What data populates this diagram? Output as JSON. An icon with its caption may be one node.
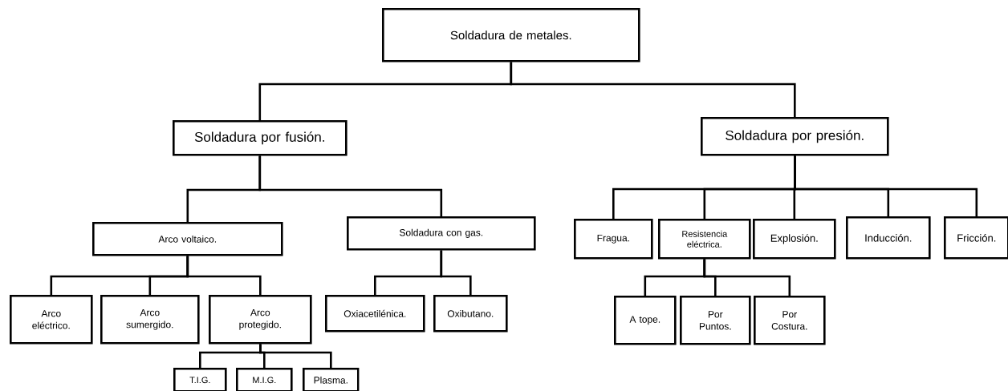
{
  "diagram": {
    "nodes": [
      {
        "text": [
          "Soldadura de metales."
        ]
      },
      {
        "text": [
          "Soldadura por fusión."
        ]
      },
      {
        "text": [
          "Soldadura por presión."
        ]
      },
      {
        "text": [
          "Arco voltaico."
        ]
      },
      {
        "text": [
          "Soldadura con gas."
        ]
      },
      {
        "text": [
          "Arco eléctrico."
        ]
      },
      {
        "text": [
          "Arco sumergido."
        ]
      },
      {
        "text": [
          "Arco protegido."
        ]
      },
      {
        "text": [
          "T.I.G."
        ]
      },
      {
        "text": [
          "M.I.G."
        ]
      },
      {
        "text": [
          "Plasma."
        ]
      },
      {
        "text": [
          "Oxiacetilénica."
        ]
      },
      {
        "text": [
          "Oxibutano."
        ]
      },
      {
        "text": [
          "Fragua."
        ]
      },
      {
        "text": [
          "Resistencia eléctrica."
        ]
      },
      {
        "text": [
          "Explosión."
        ]
      },
      {
        "text": [
          "Inducción."
        ]
      },
      {
        "text": [
          "Fricción."
        ]
      },
      {
        "text": [
          "A tope."
        ]
      },
      {
        "text": [
          "Por Puntos."
        ]
      },
      {
        "text": [
          "Por Costura."
        ]
      }
    ],
    "edges": [
      {
        "from": 0,
        "to": 1,
        "arrow": "none"
      },
      {
        "from": 0,
        "to": 2,
        "arrow": "none"
      },
      {
        "from": 1,
        "to": 3,
        "arrow": "none"
      },
      {
        "from": 1,
        "to": 4,
        "arrow": "none"
      },
      {
        "from": 3,
        "to": 5,
        "arrow": "none"
      },
      {
        "from": 3,
        "to": 6,
        "arrow": "none"
      },
      {
        "from": 3,
        "to": 7,
        "arrow": "none"
      },
      {
        "from": 7,
        "to": 8,
        "arrow": "none"
      },
      {
        "from": 7,
        "to": 9,
        "arrow": "none"
      },
      {
        "from": 7,
        "to": 10,
        "arrow": "none"
      },
      {
        "from": 4,
        "to": 11,
        "arrow": "none"
      },
      {
        "from": 4,
        "to": 12,
        "arrow": "none"
      },
      {
        "from": 2,
        "to": 13,
        "arrow": "none"
      },
      {
        "from": 2,
        "to": 14,
        "arrow": "none"
      },
      {
        "from": 2,
        "to": 15,
        "arrow": "none"
      },
      {
        "from": 2,
        "to": 16,
        "arrow": "none"
      },
      {
        "from": 2,
        "to": 17,
        "arrow": "none"
      },
      {
        "from": 14,
        "to": 18,
        "arrow": "none"
      },
      {
        "from": 14,
        "to": 19,
        "arrow": "none"
      },
      {
        "from": 14,
        "to": 20,
        "arrow": "none"
      }
    ]
  }
}
